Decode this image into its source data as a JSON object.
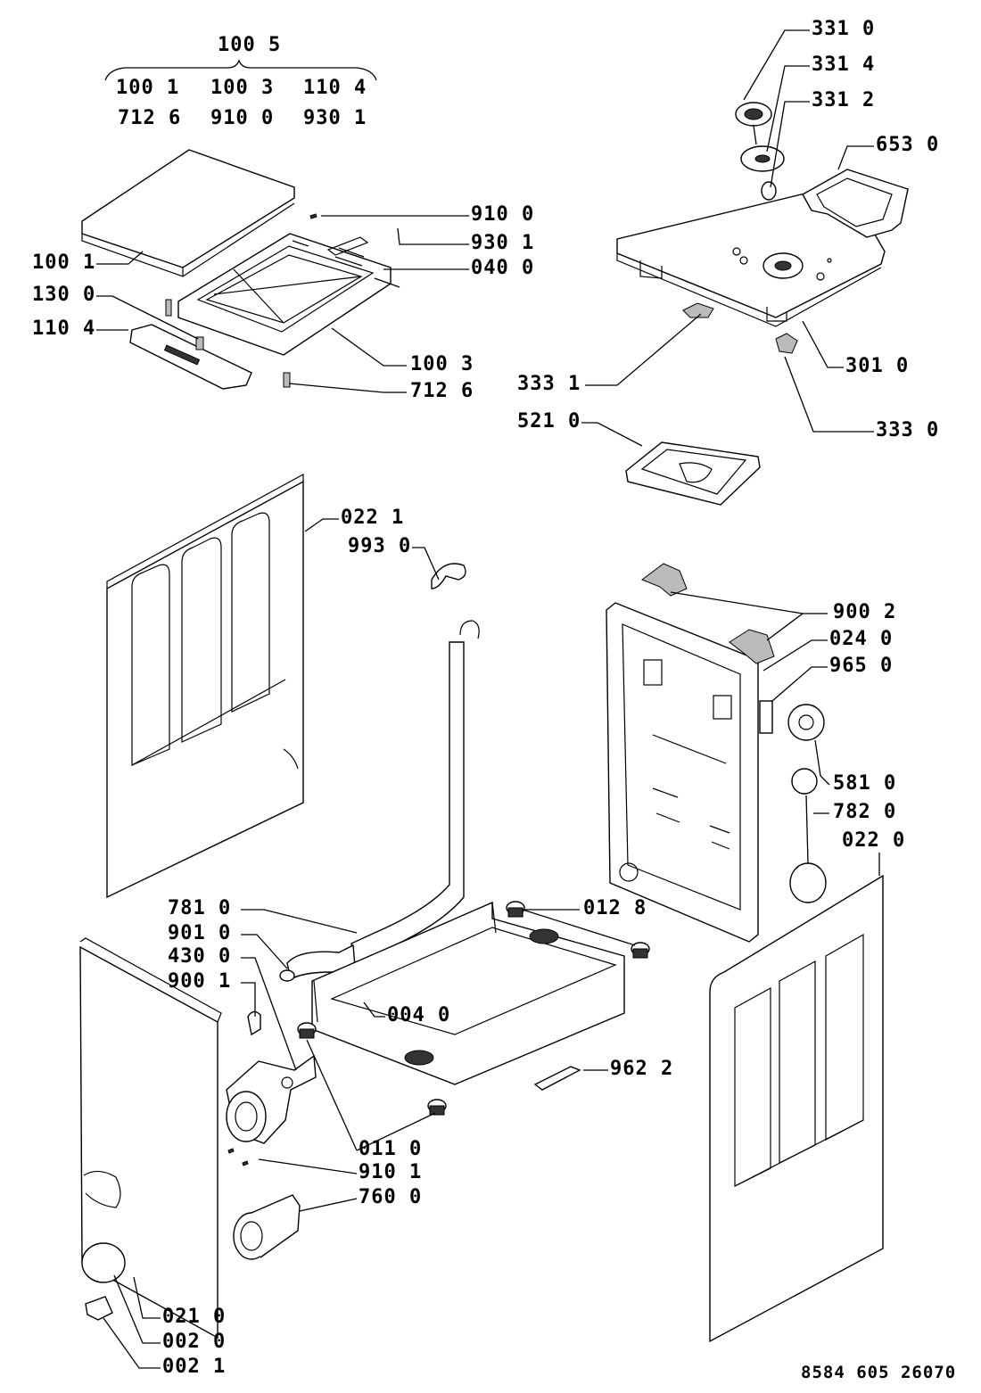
{
  "header": {
    "top": "100 5",
    "row1": [
      "100 1",
      "100 3",
      "110 4"
    ],
    "row2": [
      "712 6",
      "910 0",
      "930 1"
    ]
  },
  "labels": {
    "p3310": "331 0",
    "p3314": "331 4",
    "p3312": "331 2",
    "p6530": "653 0",
    "p9100": "910 0",
    "p9301": "930 1",
    "p0400": "040 0",
    "p1001": "100 1",
    "p1300": "130 0",
    "p1104": "110 4",
    "p1003": "100 3",
    "p7126": "712 6",
    "p3331": "333 1",
    "p3010": "301 0",
    "p5210": "521 0",
    "p3330": "333 0",
    "p0221": "022 1",
    "p9930": "993 0",
    "p9002": "900 2",
    "p0240": "024 0",
    "p9650": "965 0",
    "p5810": "581 0",
    "p7820": "782 0",
    "p0220": "022 0",
    "p7810": "781 0",
    "p0128": "012 8",
    "p9010": "901 0",
    "p4300": "430 0",
    "p9001": "900 1",
    "p0040": "004 0",
    "p9622": "962 2",
    "p0110": "011 0",
    "p9101": "910 1",
    "p7600": "760 0",
    "p0210": "021 0",
    "p0020": "002 0",
    "p0021": "002 1"
  },
  "doc_number": "8584 605 26070"
}
